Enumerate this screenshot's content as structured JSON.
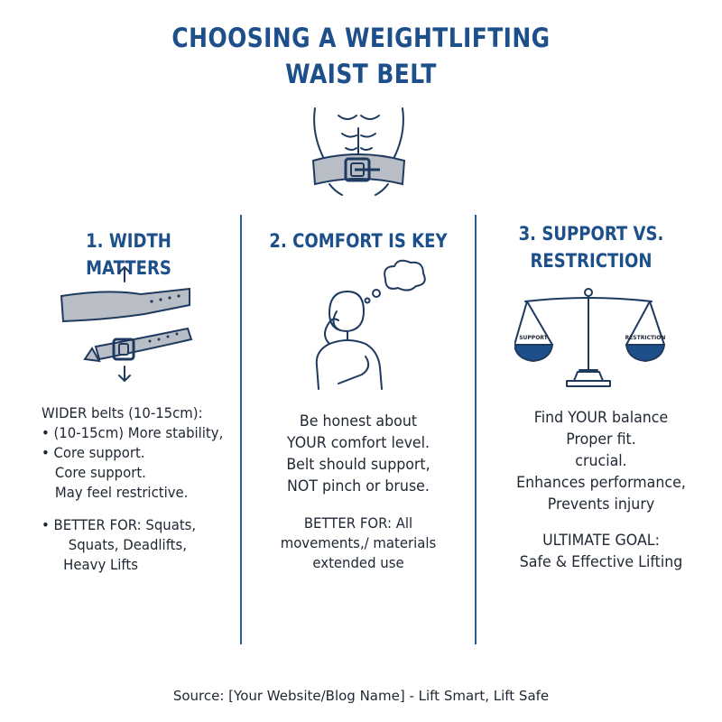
{
  "title": {
    "line1": "CHOOSING A WEIGHTLIFTING",
    "line2": "WAIST BELT"
  },
  "columns": [
    {
      "heading": [
        "1. WIDTH MATTERS"
      ],
      "lines": [
        "WIDER belts (10-15cm):",
        "• (10-15cm) More stability,",
        "• Core support.",
        "Core support.",
        "May feel restrictive.",
        "• BETTER FOR: Squats,",
        "Squats, Deadlifts,",
        "Heavy Lifts"
      ]
    },
    {
      "heading": [
        "2. COMFORT IS KEY"
      ],
      "lines": [
        "Be honest about",
        "YOUR comfort level.",
        "Belt should support,",
        "NOT pinch or bruse.",
        "BETTER FOR: All",
        "movements,/ materials",
        "extended use"
      ]
    },
    {
      "heading": [
        "3. SUPPORT VS.",
        "RESTRICTION"
      ],
      "scale_labels": {
        "left": "SUPPORT",
        "right": "RESTRICTION"
      },
      "lines": [
        "Find YOUR balance",
        "Proper fit.",
        "crucial.",
        "Enhances performance,",
        "Prevents injury",
        "ULTIMATE GOAL:",
        "Safe & Effective Lifting"
      ]
    }
  ],
  "source": "Source: [Your Website/Blog Name] - Lift Smart, Lift Safe",
  "colors": {
    "heading_blue": "#1d4f8a",
    "belt_gray": "#b9bec6",
    "outline": "#1f3a5f"
  },
  "icons": [
    "torso-belt-icon",
    "belt-width-icon",
    "thinking-person-icon",
    "balance-scale-icon"
  ]
}
